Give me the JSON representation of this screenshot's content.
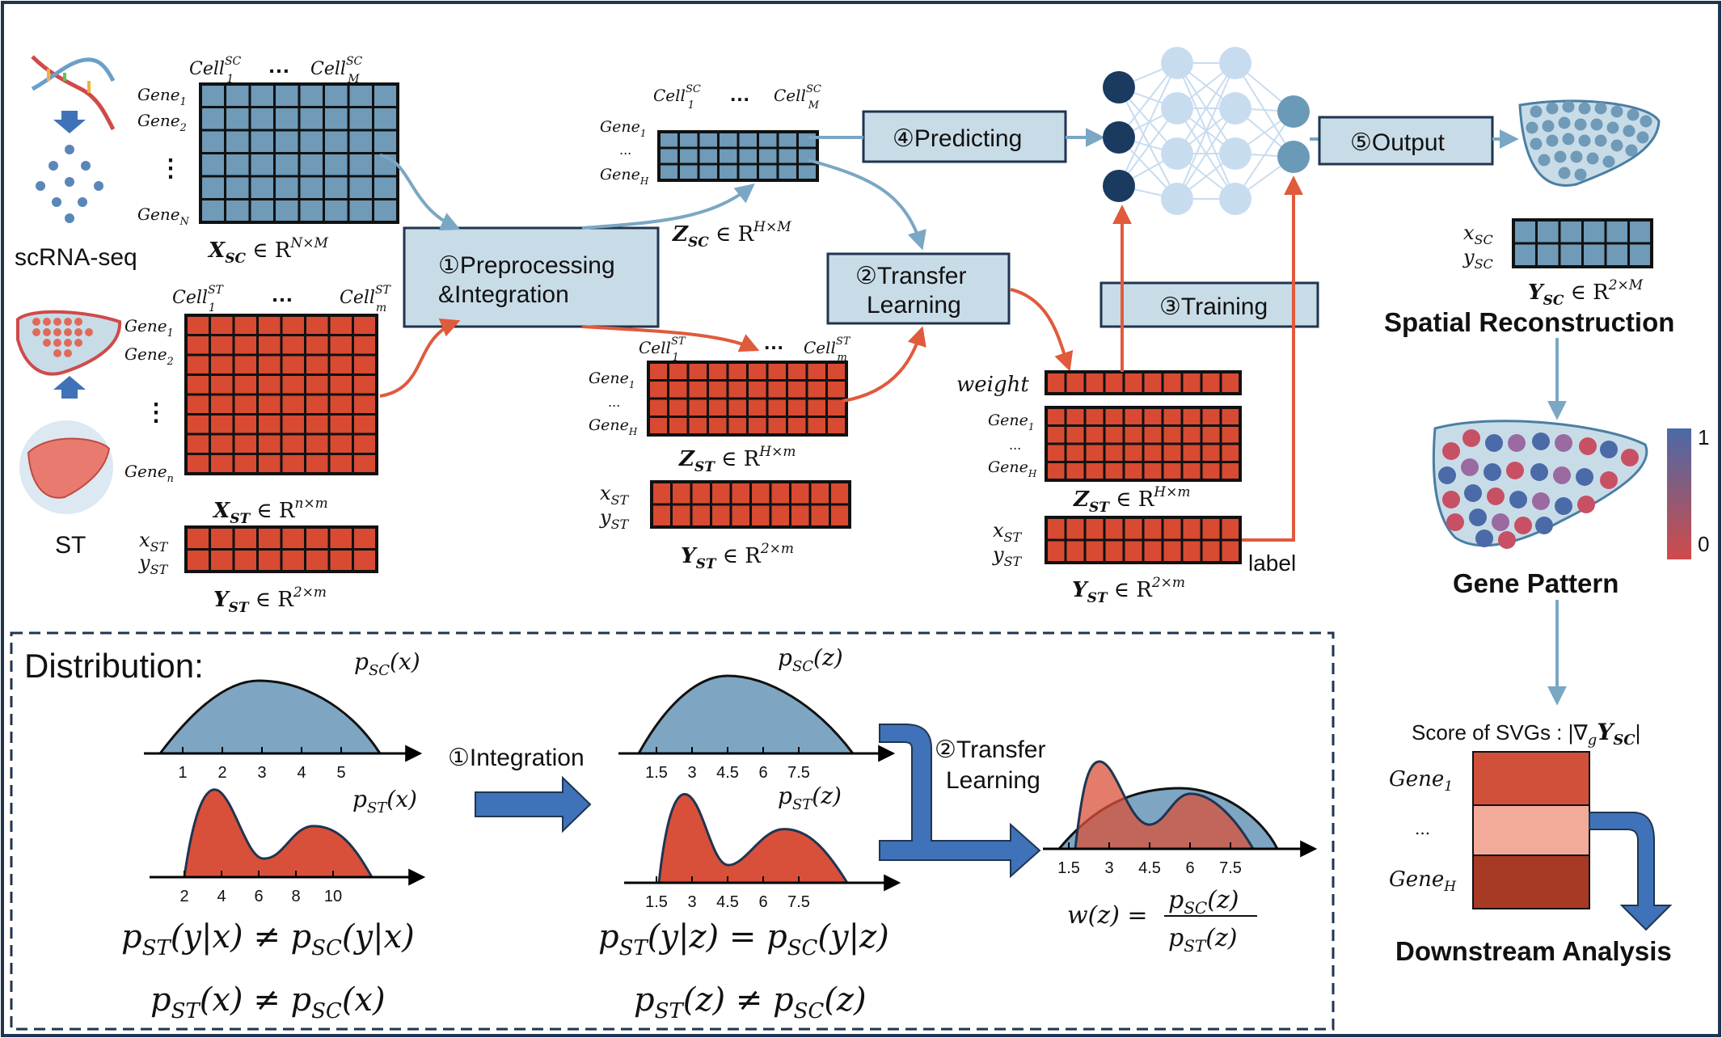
{
  "labels": {
    "scrna": "scRNA-seq",
    "st": "ST",
    "vdots": "⋮",
    "hdots": "…"
  },
  "matrix_sc_in": {
    "col_first": "Cell",
    "col_first_sup": "SC",
    "col_first_sub": "1",
    "col_last": "Cell",
    "col_last_sup": "SC",
    "col_last_sub": "M",
    "rows": [
      {
        "name": "Gene",
        "sub": "1"
      },
      {
        "name": "Gene",
        "sub": "2"
      },
      {
        "name": "Gene",
        "sub": "N"
      }
    ],
    "caption": "X",
    "caption_sub": "SC",
    "caption_rest": " ∈ R",
    "caption_sup": "N×M"
  },
  "matrix_st_in": {
    "col_first": "Cell",
    "col_first_sup": "ST",
    "col_first_sub": "1",
    "col_last": "Cell",
    "col_last_sup": "ST",
    "col_last_sub": "m",
    "rows": [
      {
        "name": "Gene",
        "sub": "1"
      },
      {
        "name": "Gene",
        "sub": "2"
      },
      {
        "name": "Gene",
        "sub": "n"
      }
    ],
    "caption": "X",
    "caption_sub": "ST",
    "caption_rest": " ∈ R",
    "caption_sup": "n×m"
  },
  "coords_st_in": {
    "x": "x",
    "x_sub": "ST",
    "y": "y",
    "y_sub": "ST",
    "caption": "Y",
    "caption_sub": "ST",
    "caption_rest": " ∈ R",
    "caption_sup": "2×m"
  },
  "step1": {
    "label_line1": "①Preprocessing",
    "label_line2": "&Integration"
  },
  "matrix_zsc": {
    "col_first": "Cell",
    "col_first_sup": "SC",
    "col_first_sub": "1",
    "col_last": "Cell",
    "col_last_sup": "SC",
    "col_last_sub": "M",
    "row_first": "Gene",
    "row_first_sub": "1",
    "row_mid": "...",
    "row_last": "Gene",
    "row_last_sub": "H",
    "caption": "Z",
    "caption_sub": "SC",
    "caption_rest": " ∈ R",
    "caption_sup": "H×M"
  },
  "matrix_zst": {
    "col_first": "Cell",
    "col_first_sup": "ST",
    "col_first_sub": "1",
    "col_last": "Cell",
    "col_last_sup": "ST",
    "col_last_sub": "m",
    "row_first": "Gene",
    "row_first_sub": "1",
    "row_mid": "...",
    "row_last": "Gene",
    "row_last_sub": "H",
    "caption": "Z",
    "caption_sub": "ST",
    "caption_rest": " ∈ R",
    "caption_sup": "H×m"
  },
  "coords_st_mid": {
    "x": "x",
    "x_sub": "ST",
    "y": "y",
    "y_sub": "ST",
    "caption": "Y",
    "caption_sub": "ST",
    "caption_rest": " ∈ R",
    "caption_sup": "2×m"
  },
  "step2": {
    "label_line1": "②Transfer",
    "label_line2": "Learning"
  },
  "step3": {
    "label": "③Training"
  },
  "step4": {
    "label": "④Predicting"
  },
  "step5": {
    "label": "⑤Output"
  },
  "training_inputs": {
    "weight": "weight",
    "row_first": "Gene",
    "row_first_sub": "1",
    "row_mid": "...",
    "row_last": "Gene",
    "row_last_sub": "H",
    "z_caption": "Z",
    "z_caption_sub": "ST",
    "z_caption_rest": " ∈ R",
    "z_caption_sup": "H×m",
    "x": "x",
    "x_sub": "ST",
    "y": "y",
    "y_sub": "ST",
    "y_caption": "Y",
    "y_caption_sub": "ST",
    "y_caption_rest": " ∈ R",
    "y_caption_sup": "2×m",
    "label": "label"
  },
  "output_coords": {
    "x": "x",
    "x_sub": "SC",
    "y": "y",
    "y_sub": "SC",
    "caption": "Y",
    "caption_sub": "SC",
    "caption_rest": " ∈ R",
    "caption_sup": "2×M"
  },
  "spatial_reconstruction": "Spatial Reconstruction",
  "gene_pattern": {
    "title": "Gene Pattern",
    "scale_max": "1",
    "scale_min": "0",
    "scale_top_color": "#4a6aa8",
    "scale_bottom_color": "#d04a4a"
  },
  "svg_score": {
    "label": "Score of SVGs : |∇",
    "label_sub": "g",
    "label_rest": "Y",
    "label_rest_sub": "SC",
    "label_end": "|",
    "row_first": "Gene",
    "row_first_sub": "1",
    "row_mid": "...",
    "row_last": "Gene",
    "row_last_sub": "H",
    "cell_colors": [
      "#d0503a",
      "#f2aa9a",
      "#a73a24"
    ]
  },
  "downstream": "Downstream Analysis",
  "distribution": {
    "title": "Distribution:",
    "left": {
      "sc_label": "p",
      "sc_sub": "SC",
      "sc_arg": "(x)",
      "st_label": "p",
      "st_sub": "ST",
      "st_arg": "(x)",
      "sc_ticks": [
        "1",
        "2",
        "3",
        "4",
        "5"
      ],
      "st_ticks": [
        "2",
        "4",
        "6",
        "8",
        "10"
      ],
      "eq1": "p",
      "eq1_sub": "ST",
      "eq1_mid": "(y|x) ≠ p",
      "eq1_sub2": "SC",
      "eq1_end": "(y|x)",
      "eq2": "p",
      "eq2_sub": "ST",
      "eq2_mid": "(x) ≠ p",
      "eq2_sub2": "SC",
      "eq2_end": "(x)"
    },
    "integration": "①Integration",
    "middle": {
      "sc_label": "p",
      "sc_sub": "SC",
      "sc_arg": "(z)",
      "st_label": "p",
      "st_sub": "ST",
      "st_arg": "(z)",
      "ticks": [
        "1.5",
        "3",
        "4.5",
        "6",
        "7.5"
      ],
      "eq1": "p",
      "eq1_sub": "ST",
      "eq1_mid": "(y|z) = p",
      "eq1_sub2": "SC",
      "eq1_end": "(y|z)",
      "eq2": "p",
      "eq2_sub": "ST",
      "eq2_mid": "(z) ≠ p",
      "eq2_sub2": "SC",
      "eq2_end": "(z)"
    },
    "transfer_line1": "②Transfer",
    "transfer_line2": "Learning",
    "right": {
      "ticks": [
        "1.5",
        "3",
        "4.5",
        "6",
        "7.5"
      ],
      "w": "w(z) =",
      "num": "p",
      "num_sub": "SC",
      "num_arg": "(z)",
      "den": "p",
      "den_sub": "ST",
      "den_arg": "(z)"
    }
  },
  "colors": {
    "blue_cell": "#6f9ab8",
    "red_cell": "#d84a32",
    "grid_line": "#111111",
    "box_fill": "#c8dce8",
    "box_stroke": "#1f3550",
    "arrow_blue": "#7aa7c4",
    "arrow_red": "#e05a3c",
    "dist_blue": "#7ea6c2",
    "dist_red": "#d9503a",
    "big_arrow": "#3f72b8",
    "nn_dark": "#1a3a60",
    "nn_light": "#c8dcf0",
    "nn_out": "#6a9ab8"
  }
}
